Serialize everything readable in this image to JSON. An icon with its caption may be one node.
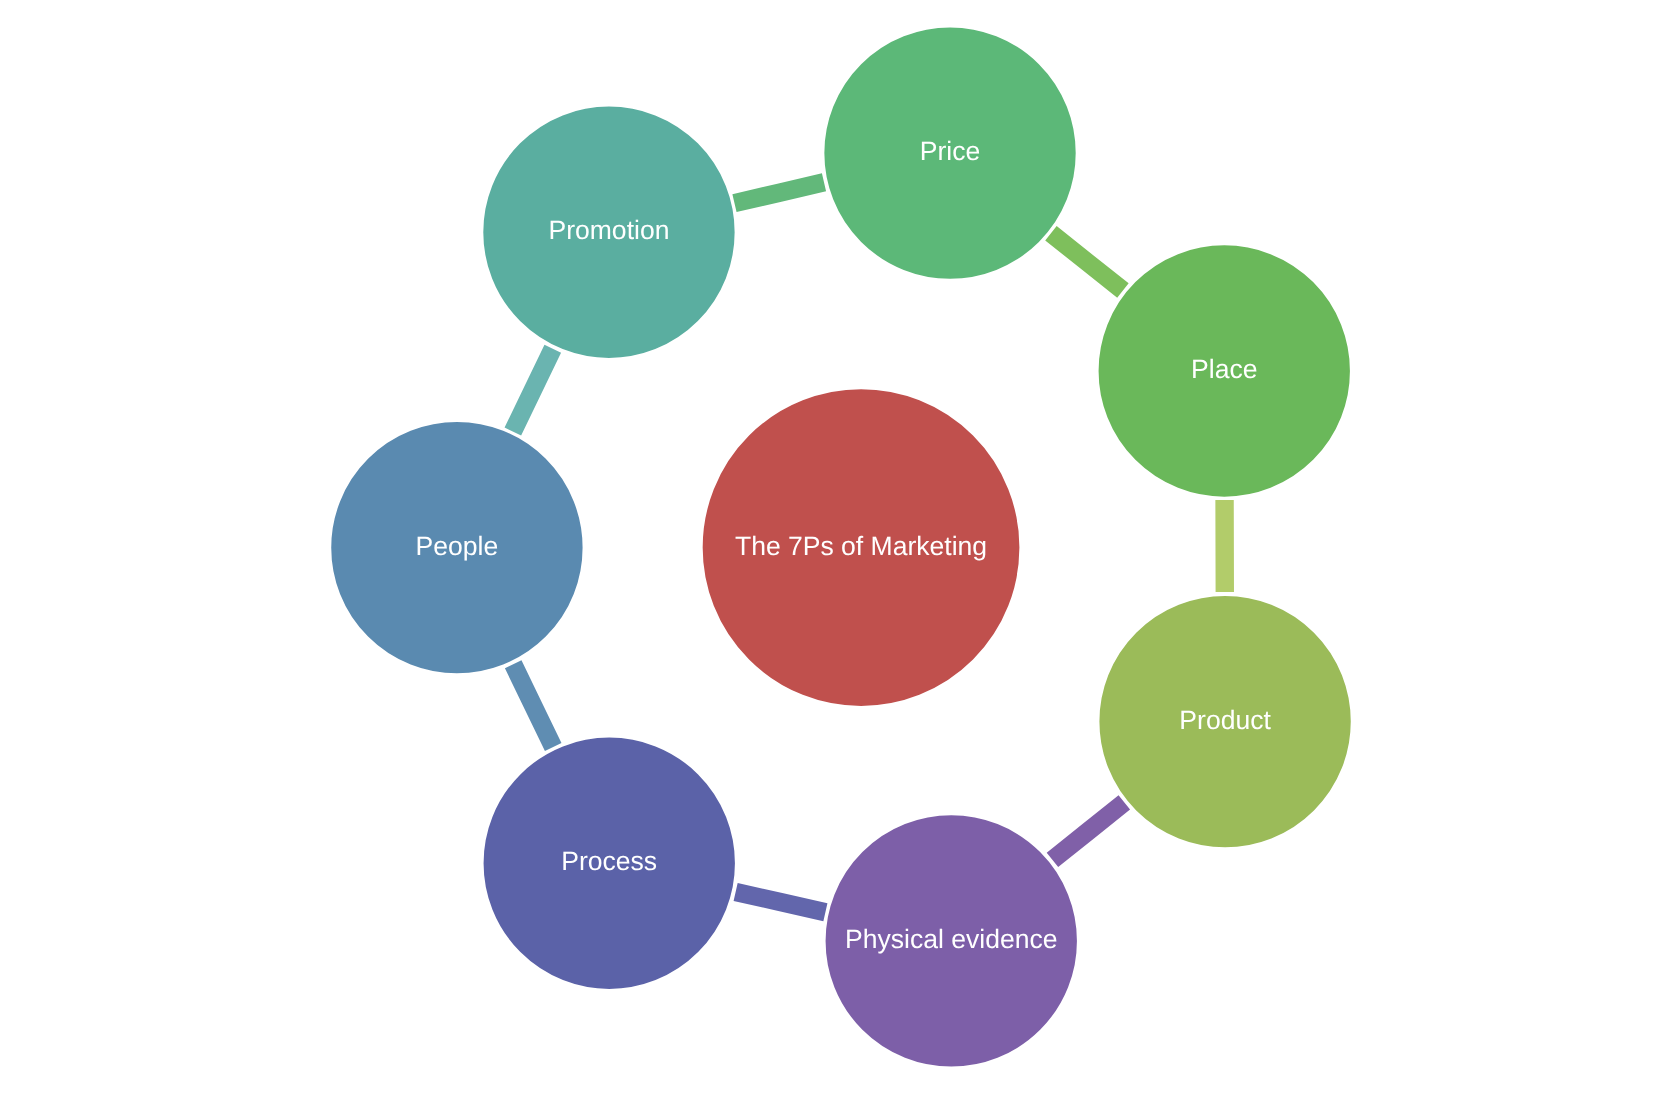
{
  "diagram": {
    "nodes": [
      {
        "text": [
          "The 7Ps of Marketing"
        ]
      },
      {
        "text": [
          "Product"
        ]
      },
      {
        "text": [
          "Place"
        ]
      },
      {
        "text": [
          "Price"
        ]
      },
      {
        "text": [
          "Promotion"
        ]
      },
      {
        "text": [
          "People"
        ]
      },
      {
        "text": [
          "Process"
        ]
      },
      {
        "text": [
          "Physical evidence"
        ]
      }
    ],
    "edges": [
      {
        "from": 1,
        "to": 2,
        "arrow": "none",
        "color": "#b2cc6a"
      },
      {
        "from": 2,
        "to": 3,
        "arrow": "none",
        "color": "#7ebf5c"
      },
      {
        "from": 3,
        "to": 4,
        "arrow": "none",
        "color": "#62b87a"
      },
      {
        "from": 4,
        "to": 5,
        "arrow": "none",
        "color": "#6ab4b0"
      },
      {
        "from": 5,
        "to": 6,
        "arrow": "none",
        "color": "#5f8db2"
      },
      {
        "from": 6,
        "to": 7,
        "arrow": "none",
        "color": "#6266ac"
      },
      {
        "from": 7,
        "to": 1,
        "arrow": "none",
        "color": "#8060a8"
      }
    ]
  }
}
